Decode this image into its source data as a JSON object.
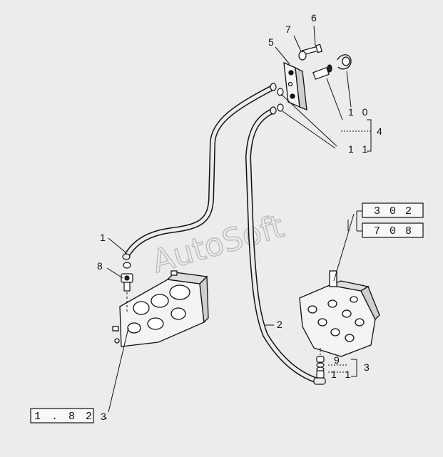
{
  "watermark": "AutoSoft",
  "callouts": {
    "c1": "1",
    "c2": "2",
    "c3a": "3",
    "c3b": "3",
    "c4": "4",
    "c5": "5",
    "c6": "6",
    "c7": "7",
    "c8": "8",
    "c9": "9",
    "c10": "1 0",
    "c11a": "1 1",
    "c11b": "1 1"
  },
  "reference_boxes": {
    "ref_302": "3 0 2",
    "ref_708": "7 0 8",
    "ref_182": "1 . 8 2 ."
  }
}
